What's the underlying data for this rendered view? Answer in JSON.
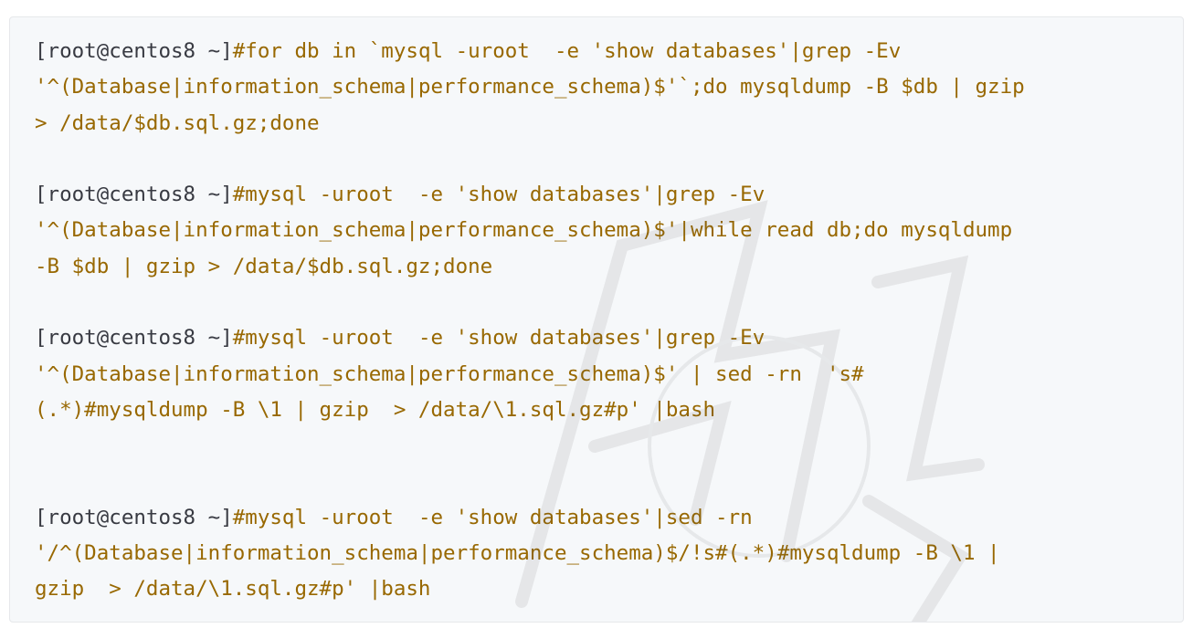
{
  "code_block": {
    "lines": [
      {
        "prompt": "[root@centos8 ~]",
        "text": "#for db in `mysql -uroot  -e 'show databases'|grep -Ev"
      },
      {
        "prompt": "",
        "text": "'^(Database|information_schema|performance_schema)$'`;do mysqldump -B $db | gzip"
      },
      {
        "prompt": "",
        "text": "> /data/$db.sql.gz;done"
      },
      {
        "prompt": "",
        "text": ""
      },
      {
        "prompt": "[root@centos8 ~]",
        "text": "#mysql -uroot  -e 'show databases'|grep -Ev"
      },
      {
        "prompt": "",
        "text": "'^(Database|information_schema|performance_schema)$'|while read db;do mysqldump"
      },
      {
        "prompt": "",
        "text": "-B $db | gzip > /data/$db.sql.gz;done"
      },
      {
        "prompt": "",
        "text": ""
      },
      {
        "prompt": "[root@centos8 ~]",
        "text": "#mysql -uroot  -e 'show databases'|grep -Ev"
      },
      {
        "prompt": "",
        "text": "'^(Database|information_schema|performance_schema)$' | sed -rn  's#"
      },
      {
        "prompt": "",
        "text": "(.*)#mysqldump -B \\1 | gzip  > /data/\\1.sql.gz#p' |bash"
      },
      {
        "prompt": "",
        "text": ""
      },
      {
        "prompt": "",
        "text": ""
      },
      {
        "prompt": "[root@centos8 ~]",
        "text": "#mysql -uroot  -e 'show databases'|sed -rn"
      },
      {
        "prompt": "",
        "text": "'/^(Database|information_schema|performance_schema)$/!s#(.*)#mysqldump -B \\1 |"
      },
      {
        "prompt": "",
        "text": "gzip  > /data/\\1.sql.gz#p' |bash"
      }
    ]
  },
  "colors": {
    "background": "#f6f8fa",
    "prompt": "#383a42",
    "code": "#986801"
  }
}
